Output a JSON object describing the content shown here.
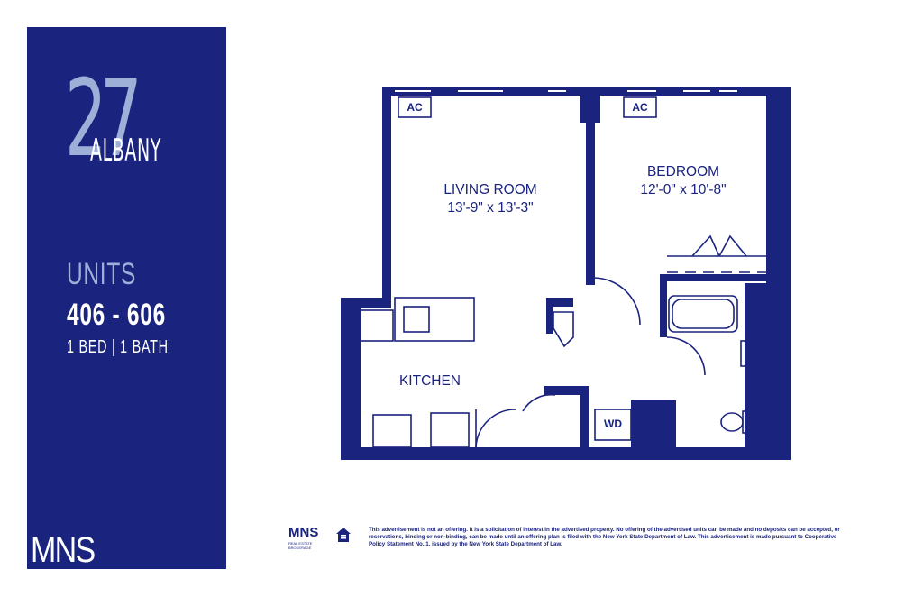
{
  "brand": {
    "number": "27",
    "name": "ALBANY"
  },
  "units": {
    "label": "UNITS",
    "range": "406 - 606",
    "bed_bath": "1 BED | 1 BATH"
  },
  "sidebar_logo": "MNS",
  "floorplan": {
    "living_room": {
      "name": "LIVING ROOM",
      "dims": "13'-9\" x 13'-3\""
    },
    "bedroom": {
      "name": "BEDROOM",
      "dims": "12'-0\" x 10'-8\""
    },
    "kitchen": {
      "name": "KITCHEN"
    },
    "ac_left": "AC",
    "ac_right": "AC",
    "washer_dryer": "WD"
  },
  "footer": {
    "logo": "MNS",
    "logo_subtitle": "REAL ESTATE BROKERAGE",
    "disclaimer": "This advertisement is not an offering. It is a solicitation of interest in the advertised property. No offering of the advertised units can be made and no deposits can be accepted, or reservations, binding or non-binding, can be made until an offering plan is filed with the New York State Department of Law. This advertisement is made pursuant to Cooperative Policy Statement No. 1, issued by the New York State Department of Law."
  },
  "colors": {
    "navy": "#1a237e",
    "light_blue": "#9fb0d8",
    "white": "#ffffff"
  }
}
